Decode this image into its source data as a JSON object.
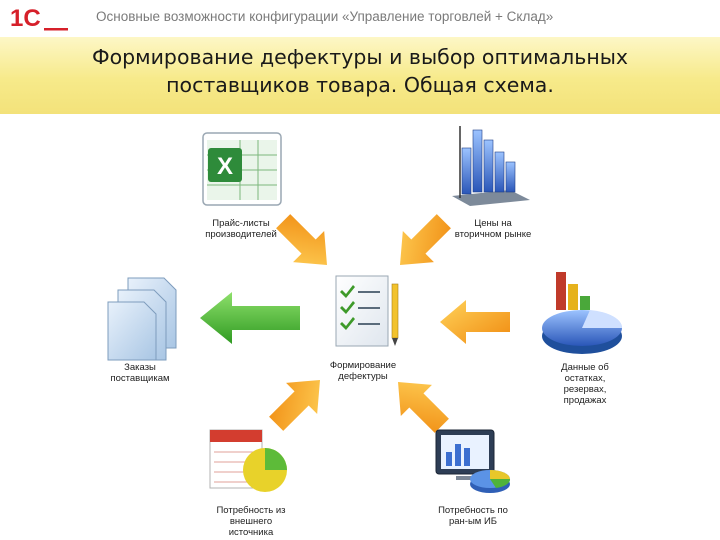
{
  "header": {
    "title": "Основные возможности конфигурации «Управление торговлей + Склад»",
    "logo_text": "1С"
  },
  "slide": {
    "title_line1": "Формирование дефектуры и выбор оптимальных",
    "title_line2": "поставщиков товара. Общая схема."
  },
  "nodes": {
    "price_lists": [
      "Прайс-листы",
      "производителей"
    ],
    "secondary_market": [
      "Цены на",
      "вторичном рынке"
    ],
    "orders": [
      "Заказы",
      "поставщикам"
    ],
    "center": [
      "Формирование",
      "дефектуры"
    ],
    "stock_data": [
      "Данные об",
      "остатках,",
      "резервах,",
      "продажах"
    ],
    "external_needs": [
      "Потребность из",
      "внешнего",
      "источника"
    ],
    "remote_needs": [
      "Потребность по",
      "ран-ым ИБ"
    ]
  },
  "icons": {
    "price_lists": "excel-icon",
    "secondary_market": "bar-chart-icon",
    "orders": "documents-icon",
    "center": "checklist-icon",
    "stock_data": "pie-chart-icon",
    "external_needs": "calendar-chart-icon",
    "remote_needs": "monitor-chart-icon"
  },
  "colors": {
    "logo": "#d6202a",
    "banner": "#f7ea8a",
    "arrow_orange": "#f5a41b",
    "arrow_green": "#3fae2a",
    "excel_green": "#2e8b3a",
    "chart_blue": "#3c6fd0"
  }
}
